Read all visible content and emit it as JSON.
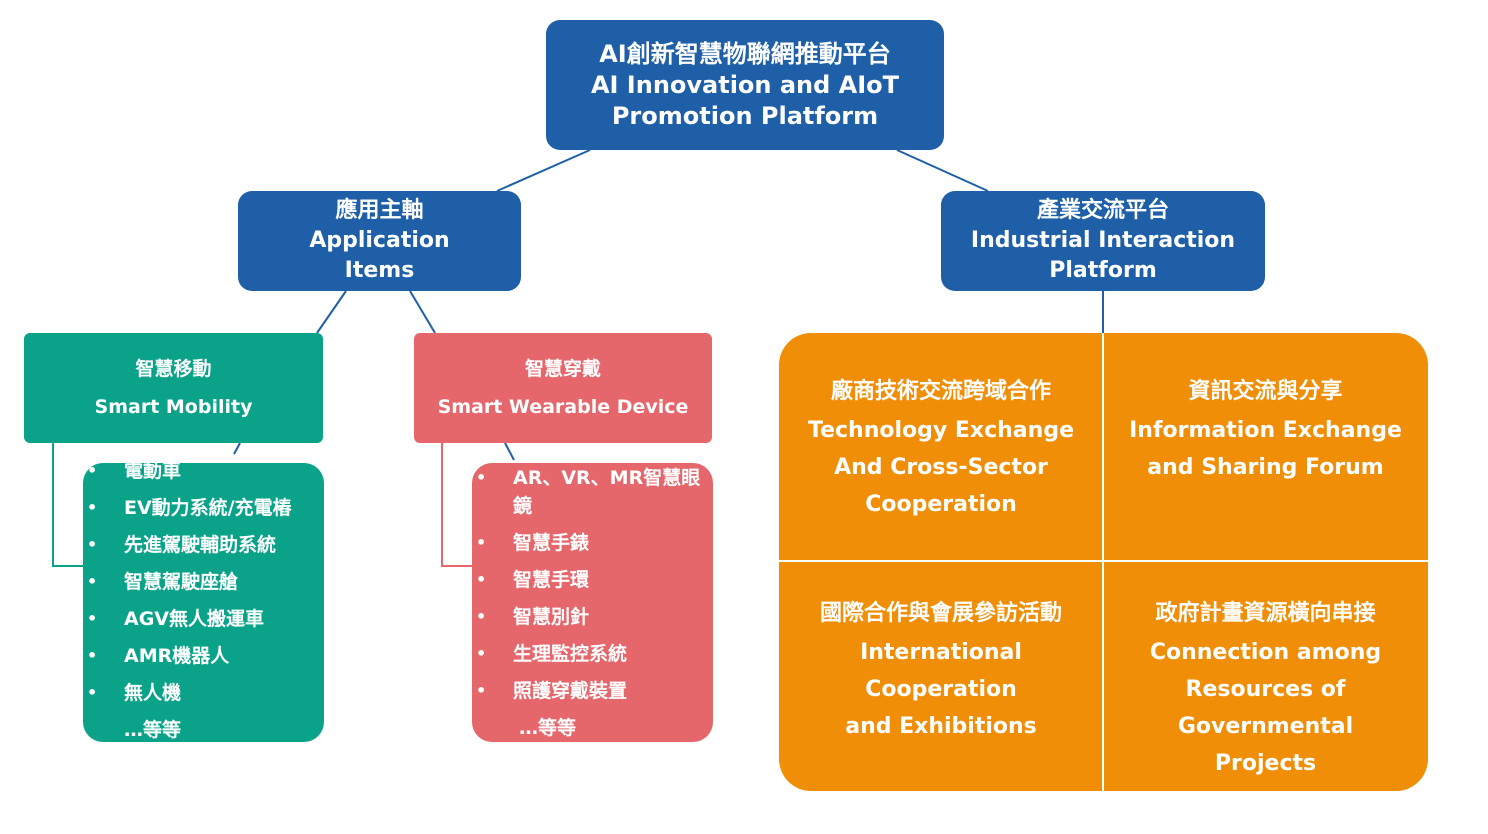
{
  "root": {
    "title_zh": "AI創新智慧物聯網推動平台",
    "title_en_1": "AI Innovation and AIoT",
    "title_en_2": "Promotion Platform"
  },
  "application": {
    "title_zh": "應用主軸",
    "title_en_1": "Application",
    "title_en_2": "Items"
  },
  "industrial": {
    "title_zh": "產業交流平台",
    "title_en_1": "Industrial Interaction",
    "title_en_2": "Platform"
  },
  "mobility": {
    "title_zh": "智慧移動",
    "title_en": "Smart Mobility",
    "bullet": "•",
    "items": [
      "電動車",
      "EV動力系統/充電樁",
      "先進駕駛輔助系統",
      "智慧駕駛座艙",
      "AGV無人搬運車",
      "AMR機器人",
      "無人機"
    ],
    "more": "…等等"
  },
  "wearable": {
    "title_zh": "智慧穿戴",
    "title_en": "Smart Wearable Device",
    "bullet": "•",
    "items": [
      "AR、VR、MR智慧眼鏡",
      "智慧手錶",
      "智慧手環",
      "智慧別針",
      "生理監控系統",
      "照護穿戴裝置"
    ],
    "more": "…等等"
  },
  "platform_cells": [
    {
      "title_zh": "廠商技術交流跨域合作",
      "lines_en": [
        "Technology Exchange",
        "And Cross-Sector",
        "Cooperation"
      ]
    },
    {
      "title_zh": "資訊交流與分享",
      "lines_en": [
        "Information Exchange",
        "and Sharing Forum"
      ]
    },
    {
      "title_zh": "國際合作與會展參訪活動",
      "lines_en": [
        "International",
        "Cooperation",
        "and Exhibitions"
      ]
    },
    {
      "title_zh": "政府計畫資源橫向串接",
      "lines_en": [
        "Connection among",
        "Resources of",
        "Governmental",
        "Projects"
      ]
    }
  ],
  "colors": {
    "blue": "#1e5fa8",
    "green": "#0aa38a",
    "red": "#e5666b",
    "orange": "#f08e08"
  }
}
